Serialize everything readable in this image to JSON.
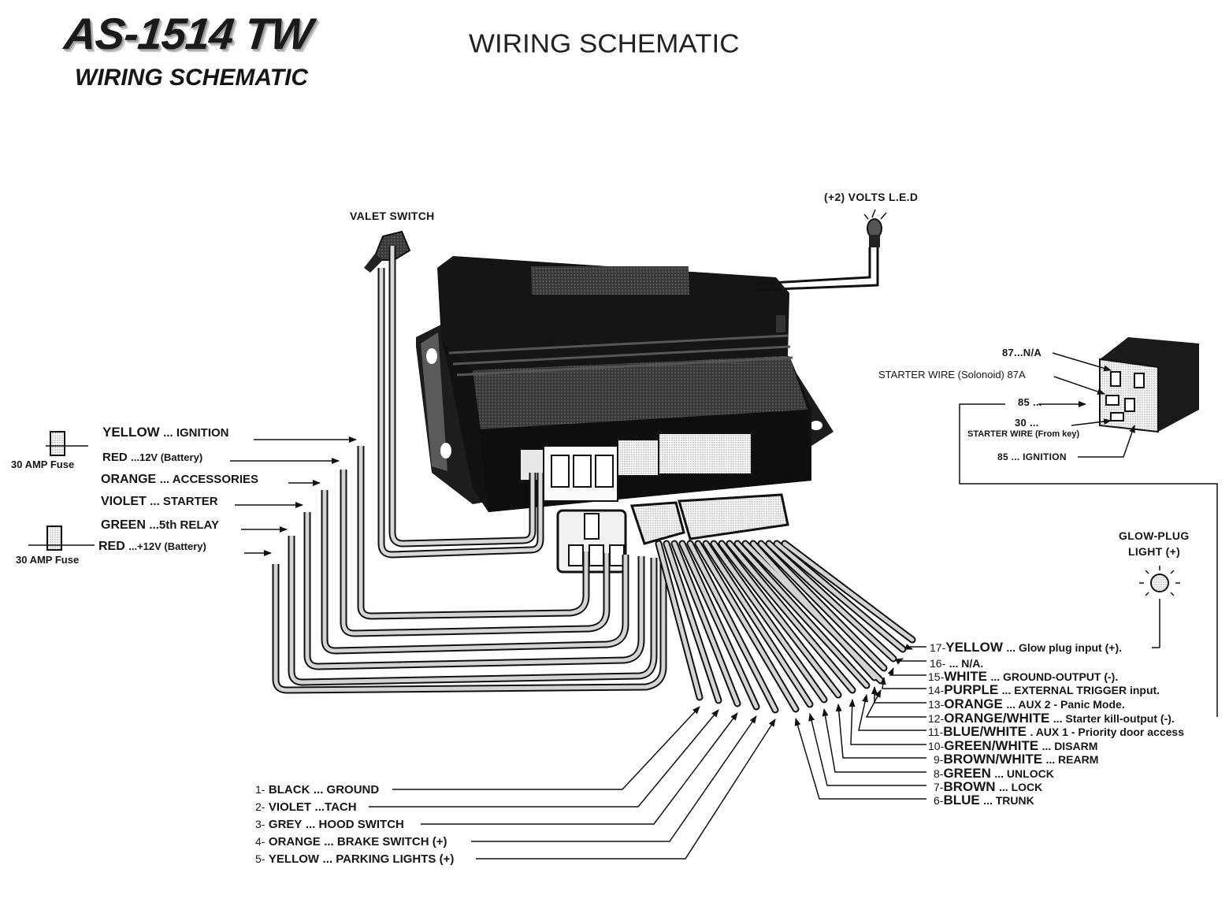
{
  "header": {
    "model": "AS-1514 TW",
    "subtitle": "WIRING SCHEMATIC",
    "subtitle_right": "WIRING SCHEMATIC"
  },
  "components": {
    "valet_switch": "VALET SWITCH",
    "led": "(+2) VOLTS L.E.D",
    "glow_plug_light": [
      "GLOW-PLUG",
      "LIGHT (+)"
    ],
    "fuse_top": "30 AMP Fuse",
    "fuse_bottom": "30 AMP Fuse"
  },
  "power_harness": [
    {
      "color": "YELLOW",
      "desc": "... IGNITION"
    },
    {
      "color": "RED",
      "desc": "...12V (Battery)"
    },
    {
      "color": "ORANGE",
      "desc": "... ACCESSORIES"
    },
    {
      "color": "VIOLET",
      "desc": "... STARTER"
    },
    {
      "color": "GREEN",
      "desc": "...5th RELAY"
    },
    {
      "color": "RED",
      "desc": "...+12V (Battery)"
    }
  ],
  "relay": {
    "pin_87": "87...N/A",
    "pin_87a": "STARTER WIRE (Solonoid) 87A",
    "pin_85_top": "85 ...",
    "pin_30": "30 ...",
    "pin_30_desc": "STARTER WIRE (From key)",
    "pin_85_ign": "85 ... IGNITION"
  },
  "left_wires": [
    {
      "num": "1-",
      "color": "BLACK",
      "desc": "... GROUND"
    },
    {
      "num": "2-",
      "color": "VIOLET",
      "desc": "...TACH"
    },
    {
      "num": "3-",
      "color": "GREY",
      "desc": "... HOOD SWITCH"
    },
    {
      "num": "4-",
      "color": "ORANGE",
      "desc": "... BRAKE SWITCH (+)"
    },
    {
      "num": "5-",
      "color": "YELLOW",
      "desc": "... PARKING LIGHTS (+)"
    }
  ],
  "right_wires": [
    {
      "num": "17-",
      "color": "YELLOW",
      "desc": "... Glow plug input (+)."
    },
    {
      "num": "16-",
      "color": "",
      "desc": "... N/A."
    },
    {
      "num": "15-",
      "color": "WHITE",
      "desc": "... GROUND-OUTPUT (-)."
    },
    {
      "num": "14-",
      "color": "PURPLE",
      "desc": "... EXTERNAL TRIGGER input."
    },
    {
      "num": "13-",
      "color": "ORANGE",
      "desc": "... AUX 2 - Panic Mode."
    },
    {
      "num": "12-",
      "color": "ORANGE/WHITE",
      "desc": "... Starter kill-output (-)."
    },
    {
      "num": "11-",
      "color": "BLUE/WHITE",
      "desc": ". AUX 1 - Priority door access"
    },
    {
      "num": "10-",
      "color": "GREEN/WHITE",
      "desc": "... DISARM"
    },
    {
      "num": "9-",
      "color": "BROWN/WHITE",
      "desc": "... REARM"
    },
    {
      "num": "8-",
      "color": "GREEN",
      "desc": "... UNLOCK"
    },
    {
      "num": "7-",
      "color": "BROWN",
      "desc": "... LOCK"
    },
    {
      "num": "6-",
      "color": "BLUE",
      "desc": "... TRUNK"
    }
  ]
}
